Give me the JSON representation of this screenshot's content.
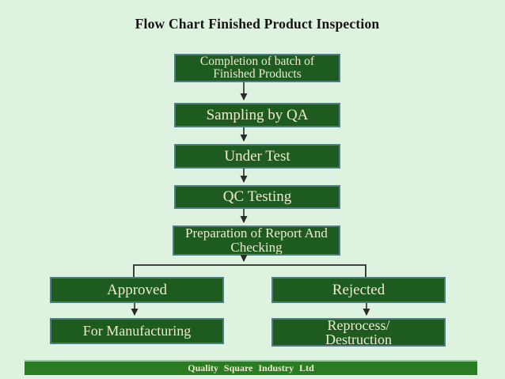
{
  "slide": {
    "title": "Flow Chart Finished Product Inspection",
    "footer": "Quality Square Industry Ltd"
  },
  "boxes": {
    "completion": {
      "line1": "Completion of batch of",
      "line2": "Finished Products"
    },
    "sampling": {
      "line1": "Sampling by QA"
    },
    "under_test": {
      "line1": "Under Test"
    },
    "qc_testing": {
      "line1": "QC Testing"
    },
    "preparation": {
      "line1": "Preparation of Report And",
      "line2": "Checking"
    },
    "approved": {
      "line1": "Approved"
    },
    "rejected": {
      "line1": "Rejected"
    },
    "for_manufacturing": {
      "line1": "For Manufacturing"
    },
    "reprocess": {
      "line1": "Reprocess/",
      "line2": "Destruction"
    }
  },
  "colors": {
    "background": "#def2e0",
    "box_fill": "#1d5c1e",
    "box_border": "#4f7b87",
    "box_text": "#efe9d2",
    "footer_fill": "#2a7c22",
    "footer_highlight": "#8ecc8e",
    "title_text": "#141414",
    "connector": "#2b2b2b"
  }
}
